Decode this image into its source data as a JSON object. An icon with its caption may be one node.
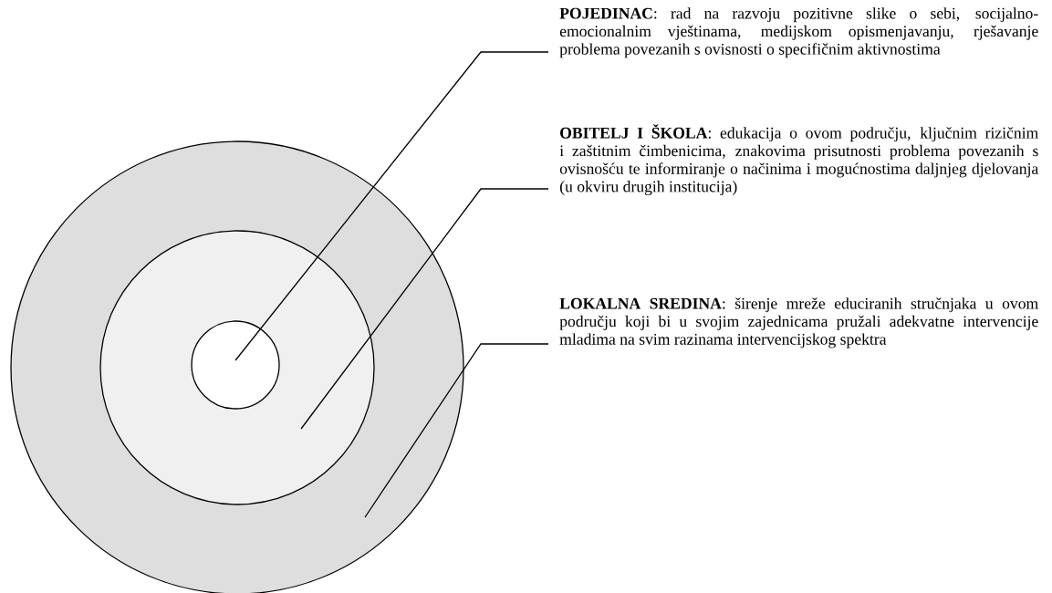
{
  "diagram": {
    "nodes": [
      {
        "text": [],
        "shape": "circle"
      },
      {
        "text": [],
        "shape": "circle",
        "in": 0
      },
      {
        "text": [],
        "shape": "circle",
        "in": 1
      },
      {
        "text": [
          "**POJEDINAC**: rad na razvoju pozitivne slike o sebi, socijalno-emocionalnim vještinama, medijskom opismenjavanju, rješavanje problema povezanih s ovisnosti o specifičnim aktivnostima"
        ]
      },
      {
        "text": [
          "**OBITELJ I ŠKOLA**: edukacija o ovom području, ključnim rizičnim i zaštitnim čimbenicima, znakovima prisutnosti problema povezanih s ovisnošću te informiranje o načinima i mogućnostima daljnjeg djelovanja (u okviru drugih institucija)"
        ]
      },
      {
        "text": [
          "**LOKALNA SREDINA**: širenje mreže educiranih stručnjaka u ovom području koji bi u svojim zajednicama pružali adekvatne intervencije mladima na svim razinama intervencijskog spektra"
        ]
      }
    ],
    "edges": [
      {
        "from": 3,
        "to": 2,
        "arrow": "none"
      },
      {
        "from": 4,
        "to": 1,
        "arrow": "none"
      },
      {
        "from": 5,
        "to": 0,
        "arrow": "none"
      }
    ]
  }
}
